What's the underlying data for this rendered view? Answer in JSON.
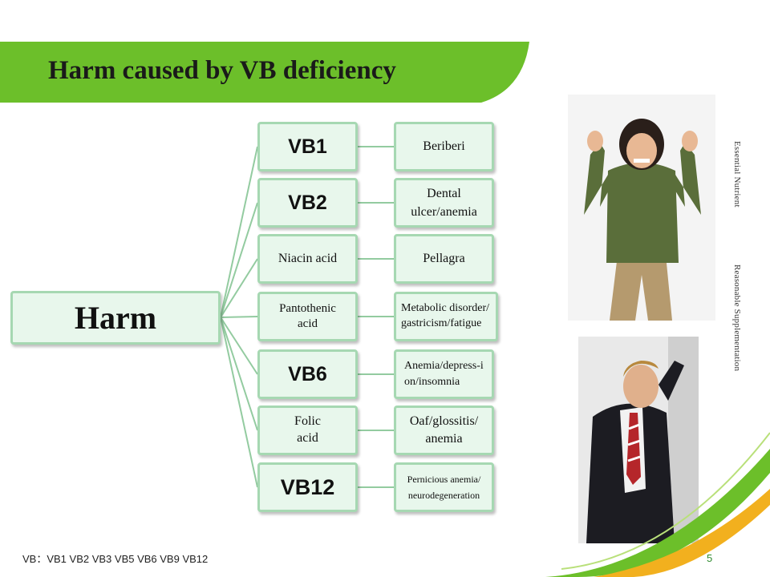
{
  "title": "Harm caused by VB deficiency",
  "root": "Harm",
  "rows": [
    {
      "vitamin": "VB1",
      "effect": "Beriberi"
    },
    {
      "vitamin": "VB2",
      "effect": "Dental ulcer/anemia"
    },
    {
      "vitamin": "Niacin acid",
      "effect": "Pellagra"
    },
    {
      "vitamin": "Pantothenic acid",
      "effect": "Metabolic disorder/ gastricism/fatigue"
    },
    {
      "vitamin": "VB6",
      "effect": "Anemia/depress-ion/insomnia"
    },
    {
      "vitamin": "Folic acid",
      "effect": "Oaf/glossitis/ anemia"
    },
    {
      "vitamin": "VB12",
      "effect": "Pernicious anemia/ neurodegeneration"
    }
  ],
  "side_text_1": "Essential Nutrient",
  "side_text_2": "Reasonable Supplementation",
  "footer": "VB：VB1  VB2  VB3  VB5  VB6  VB9  VB12",
  "page_number": "5",
  "colors": {
    "accent_green": "#6cbf2a",
    "box_fill": "#e8f7ec",
    "box_border": "#a6d8b2",
    "line": "#93cba0"
  }
}
